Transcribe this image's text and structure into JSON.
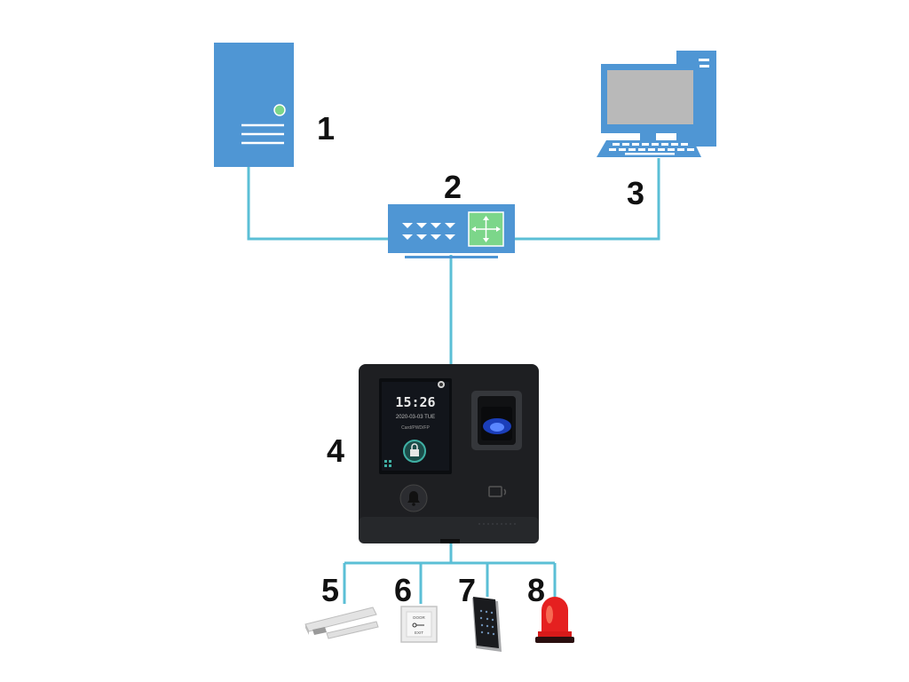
{
  "labels": {
    "server": "1",
    "switch": "2",
    "pc": "3",
    "access_controller": "4",
    "lock": "5",
    "exit_button": "6",
    "card_reader": "7",
    "alarm": "8"
  },
  "device_screen": {
    "time": "15:26",
    "date": "2020-03-03  TUE",
    "mode": "Card/PWD/FP"
  },
  "exit_button_text": {
    "top": "DOOR",
    "bottom": "EXIT"
  },
  "colors": {
    "network_line": "#5bbfd6",
    "device_blue": "#4f96d4",
    "switch_green": "#7cd68a"
  }
}
